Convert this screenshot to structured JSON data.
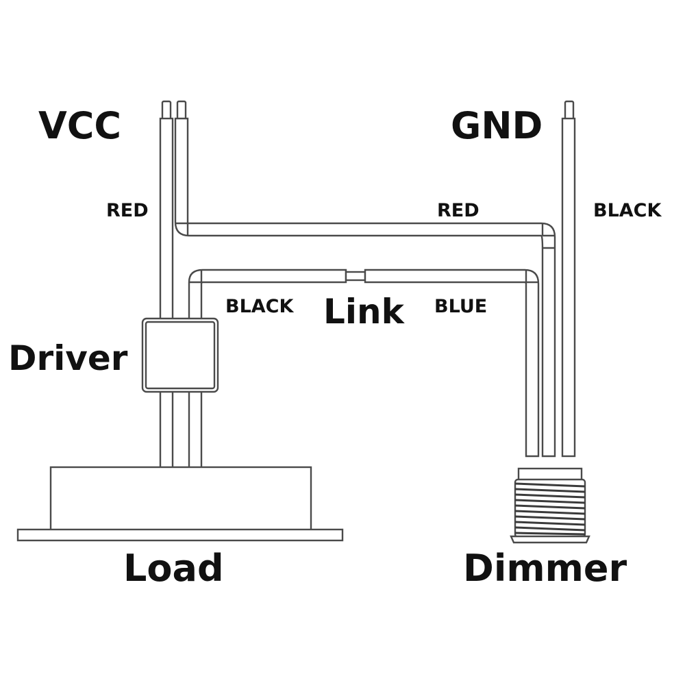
{
  "diagram": {
    "title_labels": {
      "vcc": "VCC",
      "gnd": "GND",
      "driver": "Driver",
      "link": "Link",
      "load": "Load",
      "dimmer": "Dimmer"
    },
    "wire_labels": {
      "vcc_wire": "RED",
      "link_red_wire": "RED",
      "gnd_wire": "BLACK",
      "link_black_wire": "BLACK",
      "link_blue_wire": "BLUE"
    },
    "components": [
      {
        "id": "driver",
        "label": "Driver"
      },
      {
        "id": "load",
        "label": "Load"
      },
      {
        "id": "dimmer",
        "label": "Dimmer"
      }
    ],
    "connections": [
      {
        "from": "VCC",
        "to": "Driver",
        "color": "RED"
      },
      {
        "from": "Driver",
        "to": "Dimmer",
        "color": "RED"
      },
      {
        "from": "GND",
        "to": "Dimmer",
        "color": "BLACK"
      },
      {
        "from": "Driver",
        "to": "Link",
        "color": "BLACK"
      },
      {
        "from": "Link",
        "to": "Dimmer",
        "color": "BLUE"
      },
      {
        "from": "Driver",
        "to": "Load",
        "color": ""
      }
    ]
  }
}
